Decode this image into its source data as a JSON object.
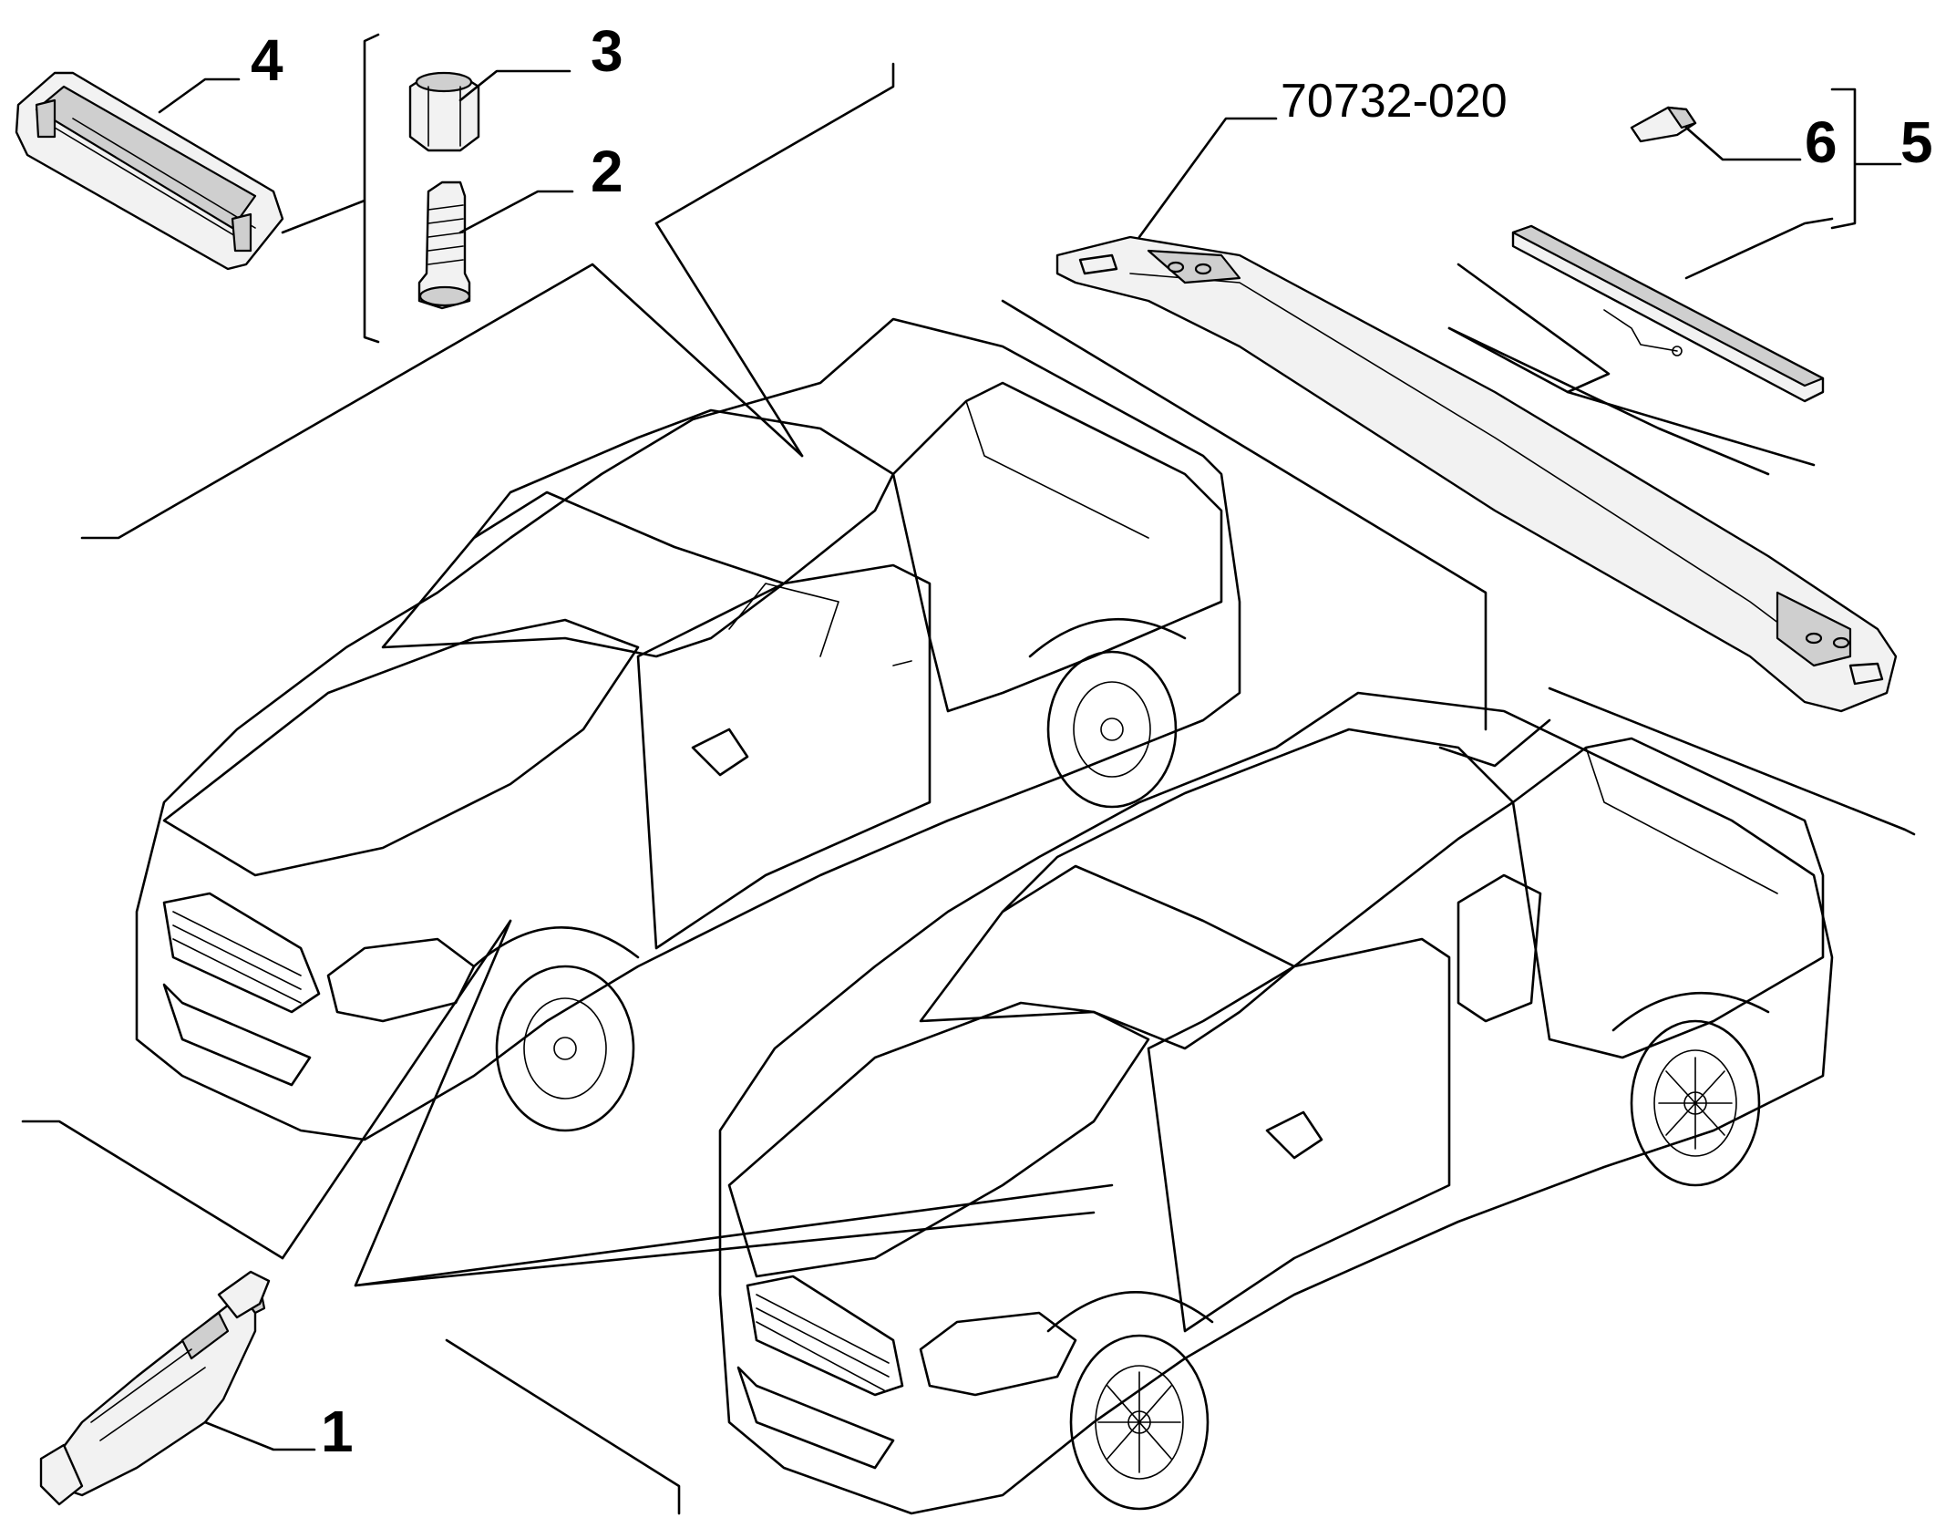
{
  "callouts": {
    "c1": "1",
    "c2": "2",
    "c3": "3",
    "c4": "4",
    "c5": "5",
    "c6": "6",
    "ref_code": "70732-020"
  },
  "components": {
    "item1": "brake-light-switch",
    "item2": "screw",
    "item3": "nut",
    "item4": "bracket-cover",
    "item5": "third-brake-light",
    "item6": "bulb",
    "ref": "roof-rail"
  },
  "vehicles": [
    "pickup-regular-cab",
    "pickup-extended-cab"
  ]
}
